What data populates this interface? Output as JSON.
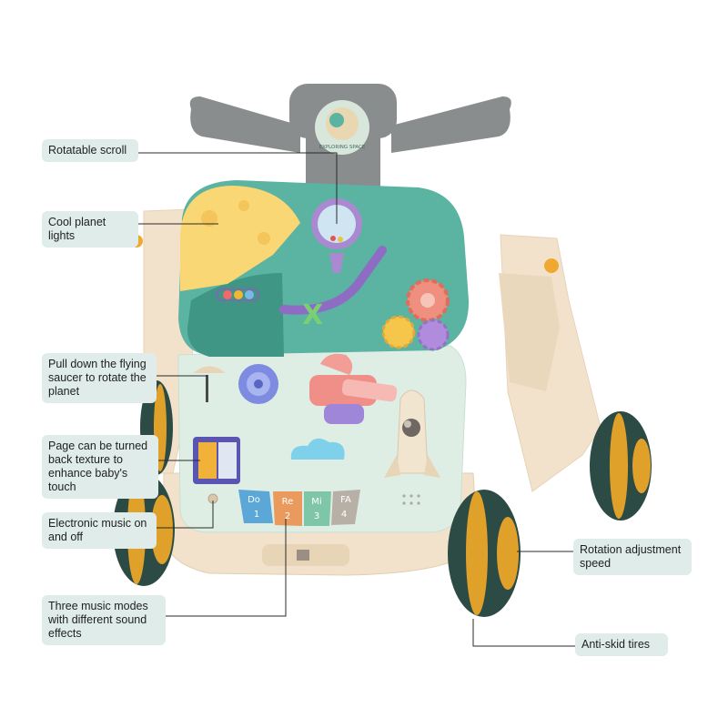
{
  "product": {
    "name": "baby walker activity center",
    "badge_text": "EXPLORING SPACE",
    "piano_keys": [
      {
        "note": "Do",
        "number": "1",
        "color": "#5aa7d8"
      },
      {
        "note": "Re",
        "number": "2",
        "color": "#e99a5c"
      },
      {
        "note": "Mi",
        "number": "3",
        "color": "#7fc6a8"
      },
      {
        "note": "FA",
        "number": "4",
        "color": "#b8b0a6"
      }
    ]
  },
  "callouts": [
    {
      "text": "Rotatable scroll"
    },
    {
      "text": "Cool planet lights"
    },
    {
      "text": "Pull down the flying\nsaucer to rotate the\nplanet"
    },
    {
      "text": "Page can be turned\nback texture to\nenhance baby's touch"
    },
    {
      "text": "Electronic music on\nand off"
    },
    {
      "text": "Three music modes\nwith different sound\neffects"
    },
    {
      "text": "Rotation adjustment\n speed"
    },
    {
      "text": "Anti-skid tires"
    }
  ],
  "colors": {
    "callout_bg": "#dfece9",
    "body_cream": "#f2e2cc",
    "panel_teal": "#5bb3a2",
    "panel_mint": "#dfeee4",
    "handle_gray": "#8a8d8e",
    "wheel_green": "#2d4b45",
    "wheel_orange": "#e0a12a",
    "planet_yellow": "#f9d774"
  }
}
